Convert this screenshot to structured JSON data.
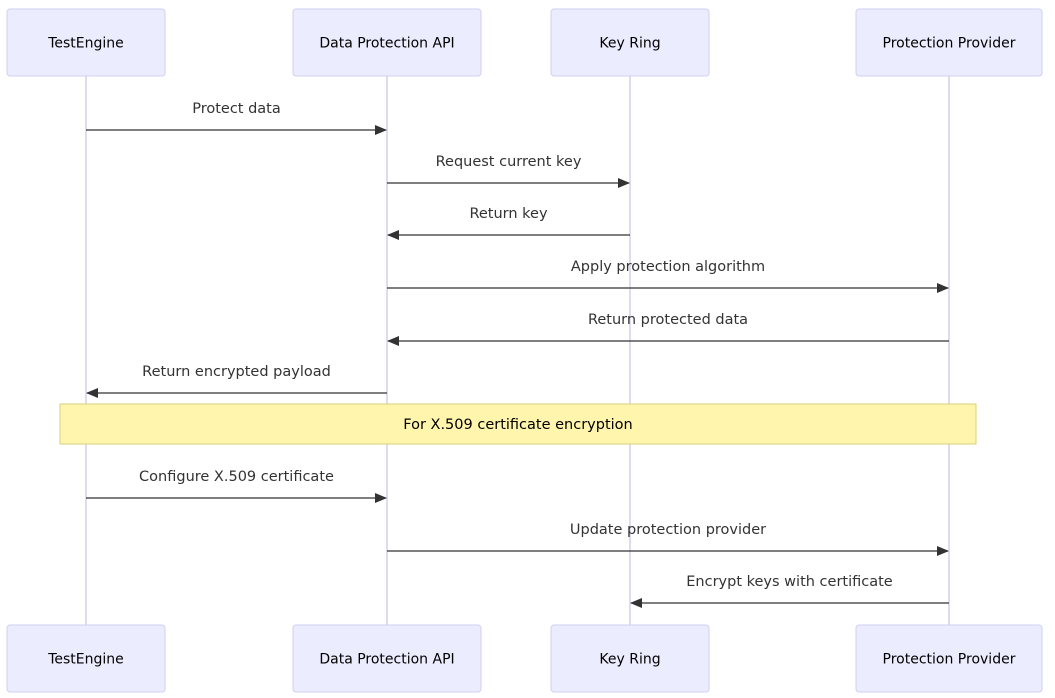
{
  "participants": [
    {
      "id": "te",
      "label": "TestEngine"
    },
    {
      "id": "dp",
      "label": "Data Protection API"
    },
    {
      "id": "kr",
      "label": "Key Ring"
    },
    {
      "id": "pp",
      "label": "Protection Provider"
    }
  ],
  "messages": [
    {
      "from": "te",
      "to": "dp",
      "label": "Protect data"
    },
    {
      "from": "dp",
      "to": "kr",
      "label": "Request current key"
    },
    {
      "from": "kr",
      "to": "dp",
      "label": "Return key"
    },
    {
      "from": "dp",
      "to": "pp",
      "label": "Apply protection algorithm"
    },
    {
      "from": "pp",
      "to": "dp",
      "label": "Return protected data"
    },
    {
      "from": "dp",
      "to": "te",
      "label": "Return encrypted payload"
    },
    {
      "from": "te",
      "to": "dp",
      "label": "Configure X.509 certificate"
    },
    {
      "from": "dp",
      "to": "pp",
      "label": "Update protection provider"
    },
    {
      "from": "pp",
      "to": "kr",
      "label": "Encrypt keys with certificate"
    }
  ],
  "note": {
    "text": "For X.509 certificate encryption",
    "over": [
      "te",
      "pp"
    ]
  },
  "colors": {
    "actor_fill": "#ECECFF",
    "actor_border": "#CFCFF0",
    "lifeline": "#D4D0EC",
    "message": "#333333",
    "note_fill": "#FFF5AD",
    "note_border": "#D7D27A"
  }
}
